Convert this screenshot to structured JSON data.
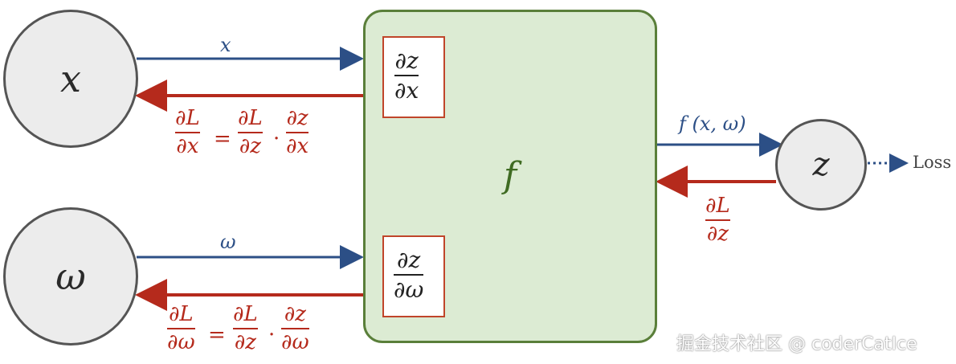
{
  "nodes": {
    "x": {
      "label": "x"
    },
    "omega": {
      "label": "ω"
    },
    "z": {
      "label": "z"
    }
  },
  "function_box": {
    "label": "f"
  },
  "local_gradients": {
    "dz_dx": {
      "num": "∂z",
      "den": "∂x"
    },
    "dz_dw": {
      "num": "∂z",
      "den": "∂ω"
    }
  },
  "edge_labels": {
    "x_forward": "x",
    "omega_forward": "ω",
    "output_forward": "f (x, ω)"
  },
  "backprop": {
    "dL_dz": {
      "num": "∂L",
      "den": "∂z"
    },
    "chain_x": {
      "lhs": {
        "num": "∂L",
        "den": "∂x"
      },
      "eq": "=",
      "a": {
        "num": "∂L",
        "den": "∂z"
      },
      "dot": "·",
      "b": {
        "num": "∂z",
        "den": "∂x"
      }
    },
    "chain_w": {
      "lhs": {
        "num": "∂L",
        "den": "∂ω"
      },
      "eq": "=",
      "a": {
        "num": "∂L",
        "den": "∂z"
      },
      "dot": "·",
      "b": {
        "num": "∂z",
        "den": "∂ω"
      }
    }
  },
  "loss_label": "Loss",
  "watermark": "掘金技术社区 @ coderCatIce",
  "colors": {
    "forward": "#2c4f86",
    "backward": "#b52a1c",
    "box_fill": "#dcebd3",
    "box_border": "#5a7f3a",
    "node_fill": "#ececec"
  }
}
